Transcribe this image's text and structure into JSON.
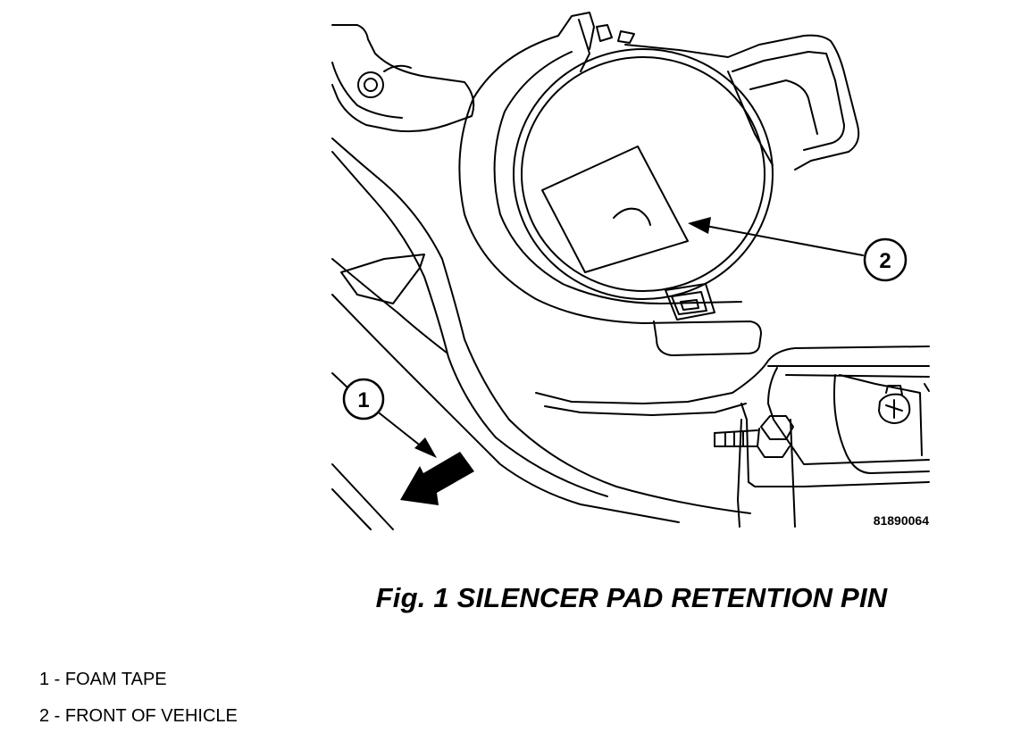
{
  "figure": {
    "caption": "Fig. 1 SILENCER PAD RETENTION PIN",
    "image_id_label": "81890064"
  },
  "callouts": [
    {
      "number": "1"
    },
    {
      "number": "2"
    }
  ],
  "legend": [
    {
      "text": "1 - FOAM TAPE"
    },
    {
      "text": "2 - FRONT OF VEHICLE"
    }
  ]
}
